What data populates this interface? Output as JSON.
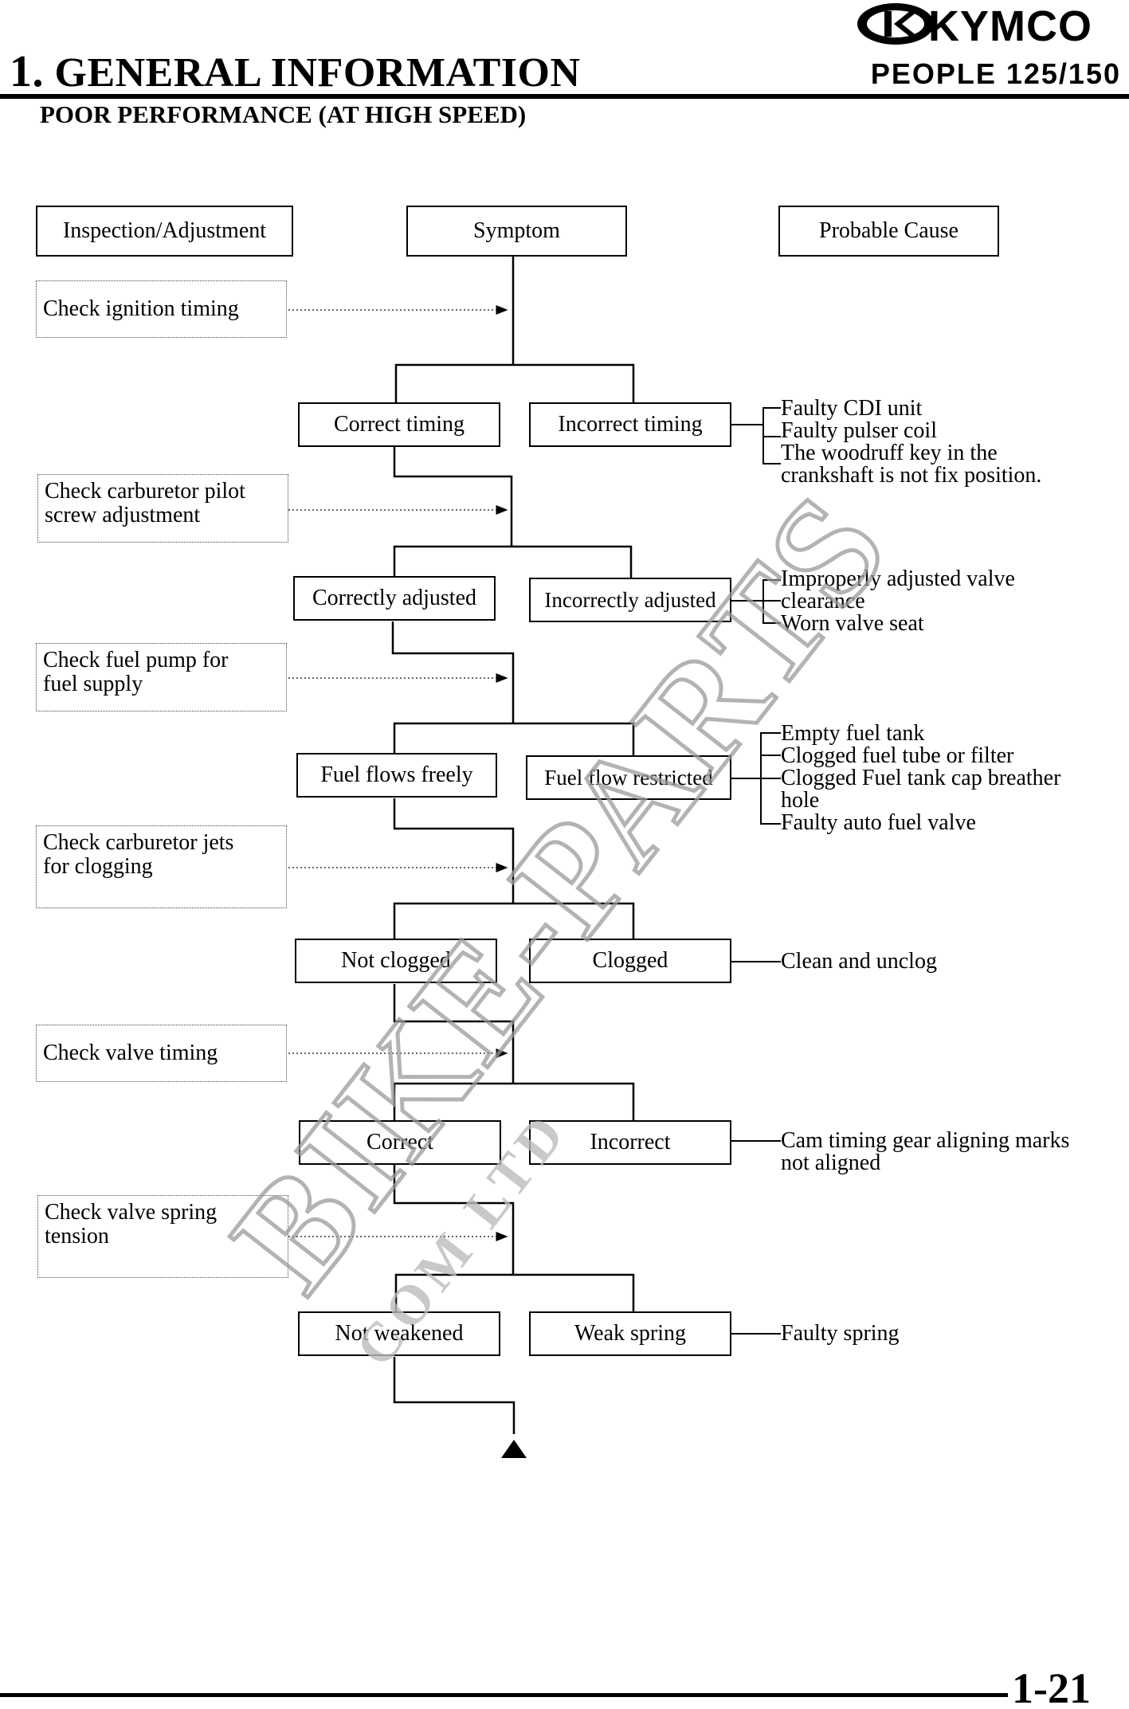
{
  "header": {
    "section_number": "1.",
    "section_title": "GENERAL INFORMATION",
    "model": "PEOPLE 125/150",
    "brand": "KYMCO",
    "subtitle": "POOR PERFORMANCE (AT HIGH SPEED)"
  },
  "columns": {
    "inspection": "Inspection/Adjustment",
    "symptom": "Symptom",
    "cause": "Probable Cause"
  },
  "steps": [
    {
      "inspection": "Check ignition timing",
      "ok": "Correct timing",
      "bad": "Incorrect timing",
      "causes": "Faulty CDI unit\nFaulty pulser coil\nThe woodruff key in the\ncrankshaft is not fix position."
    },
    {
      "inspection": "Check carburetor pilot\nscrew adjustment",
      "ok": "Correctly adjusted",
      "bad": "Incorrectly adjusted",
      "causes": "Improperly adjusted valve\nclearance\nWorn valve seat"
    },
    {
      "inspection": "Check fuel pump for\nfuel supply",
      "ok": "Fuel flows freely",
      "bad": "Fuel flow restricted",
      "causes": "Empty fuel tank\nClogged fuel tube or filter\nClogged Fuel tank cap breather\nhole\nFaulty auto fuel valve"
    },
    {
      "inspection": "Check carburetor jets\nfor clogging",
      "ok": "Not clogged",
      "bad": "Clogged",
      "causes": "Clean and unclog"
    },
    {
      "inspection": "Check valve timing",
      "ok": "Correct",
      "bad": "Incorrect",
      "causes": "Cam timing gear aligning marks\nnot aligned"
    },
    {
      "inspection": "Check valve spring\ntension",
      "ok": "Not weakened",
      "bad": "Weak spring",
      "causes": "Faulty spring"
    }
  ],
  "watermark": {
    "main": "BIKE-PARTS",
    "sub": "COM LTD"
  },
  "footer": {
    "page_number": "1-21"
  }
}
